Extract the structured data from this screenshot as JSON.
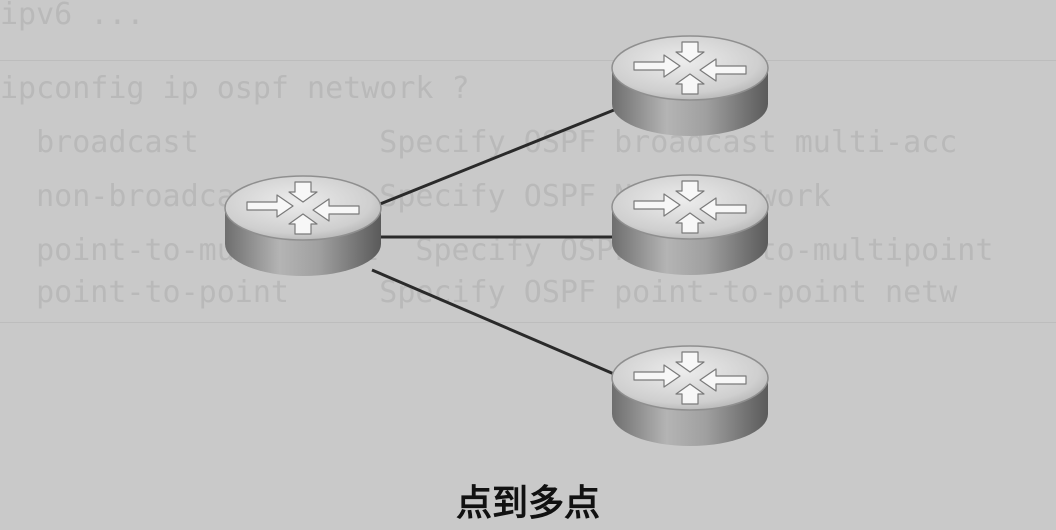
{
  "background_text": [
    "ipv6 ...",
    "ipconfig ip ospf network ?",
    "  broadcast          Specify OSPF broadcast multi-acc",
    "  non-broadcast      Specify OSPF NBMA network",
    "  point-to-multipoint  Specify OSPF point-to-multipoint",
    "  point-to-point     Specify OSPF point-to-point netw"
  ],
  "caption": "点到多点",
  "colors": {
    "background": "#c9c9c9",
    "router_top": "#dcdcdc",
    "router_side": "#8a8a8a",
    "link": "#2a2a2a",
    "caption": "#111111"
  },
  "diagram": {
    "topology": "point-to-multipoint",
    "hub": {
      "name": "router",
      "icon": "router-icon"
    },
    "spokes": [
      {
        "name": "router",
        "icon": "router-icon"
      },
      {
        "name": "router",
        "icon": "router-icon"
      },
      {
        "name": "router",
        "icon": "router-icon"
      }
    ]
  }
}
